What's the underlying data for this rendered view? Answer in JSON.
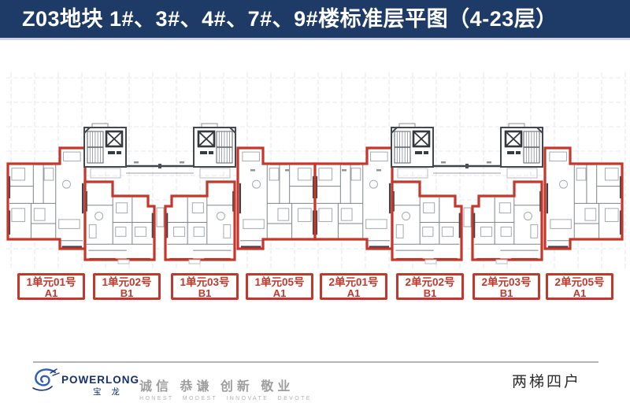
{
  "header": {
    "title": "Z03地块  1#、3#、4#、7#、9#楼标准层平图（4-23层）"
  },
  "plan": {
    "units": [
      {
        "line1": "1单元01号",
        "line2": "A1"
      },
      {
        "line1": "1单元02号",
        "line2": "B1"
      },
      {
        "line1": "1单元03号",
        "line2": "B1"
      },
      {
        "line1": "1单元05号",
        "line2": "A1"
      },
      {
        "line1": "2单元01号",
        "line2": "A1"
      },
      {
        "line1": "2单元02号",
        "line2": "B1"
      },
      {
        "line1": "2单元03号",
        "line2": "B1"
      },
      {
        "line1": "2单元05号",
        "line2": "A1"
      }
    ]
  },
  "footer": {
    "brand": "POWERLONG",
    "brand_cn": "宝 龙",
    "slogan_cn": "诚信  恭谦  创新  敬业",
    "slogan_en": "HONEST MODEST INNOVATE DEVOTE",
    "note": "两梯四户"
  },
  "colors": {
    "accent_red": "#c5372c",
    "header_navy": "#1e3a67"
  }
}
